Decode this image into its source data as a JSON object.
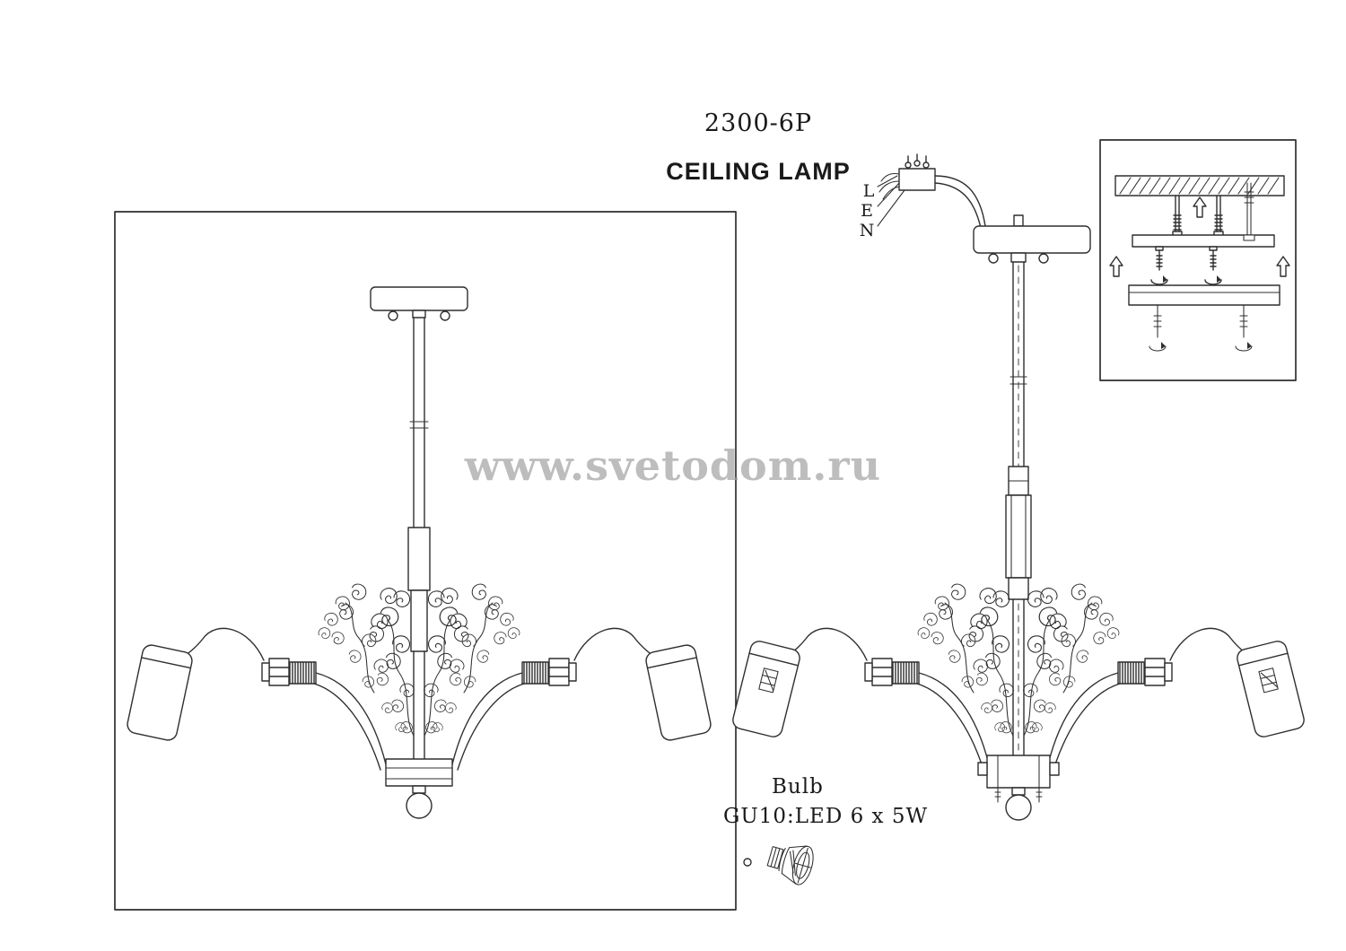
{
  "header": {
    "model": "2300-6P",
    "title": "CEILING LAMP"
  },
  "watermark": {
    "text": "www.svetodom.ru"
  },
  "wiring": {
    "live": "L",
    "earth": "E",
    "neutral": "N"
  },
  "bulb": {
    "label": "Bulb",
    "spec": "GU10:LED 6 x 5W"
  },
  "colors": {
    "line": "#2f2f2f",
    "frame": "#3a3a3a",
    "watermark": "#9e9e9e",
    "background": "#ffffff"
  }
}
